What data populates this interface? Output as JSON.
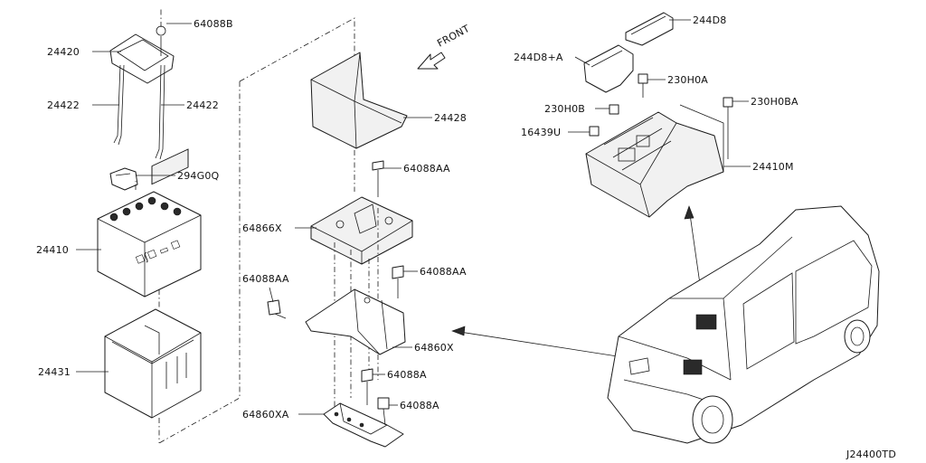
{
  "diagram": {
    "drawing_code": "J24400TD",
    "front_marker": "FRONT",
    "part_labels": {
      "bolt_top_left": "64088B",
      "bracket_top": "24420",
      "rod_left": "24422",
      "rod_right": "24422",
      "terminal_cover": "294G0Q",
      "battery": "24410",
      "battery_case": "24431",
      "battery_box_cover": "24428",
      "bolt_tray_upper": "64088AA",
      "tray_upper": "64866X",
      "bolt_left_lower": "64088AA",
      "bolt_right_lower": "64088AA",
      "bracket_lower": "64860X",
      "bolt_mid": "64088A",
      "bracket_bottom": "64860XA",
      "bolt_bottom": "64088A",
      "cover_small": "244D8",
      "cover_large": "244D8+A",
      "bolt_harness_1": "230H0A",
      "bolt_harness_2": "230H0B",
      "bolt_harness_3": "230H0BA",
      "clip": "16439U",
      "junction_box": "24410M"
    }
  }
}
